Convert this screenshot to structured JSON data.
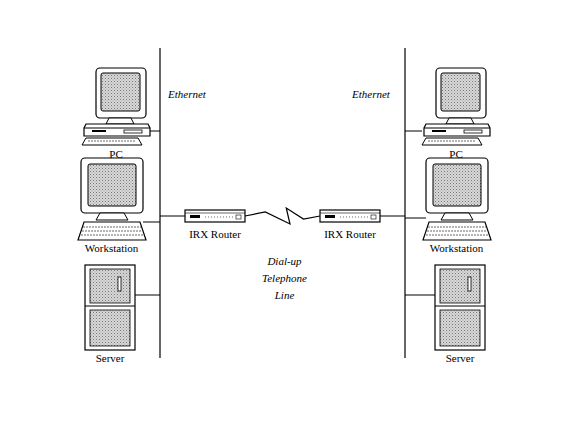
{
  "diagram": {
    "nodes": [
      {
        "text": [
          "PC"
        ]
      },
      {
        "text": [
          "Workstation"
        ]
      },
      {
        "text": [
          "Server"
        ]
      },
      {
        "text": [
          "IRX Router"
        ]
      },
      {
        "text": [
          "IRX Router"
        ]
      },
      {
        "text": [
          "PC"
        ]
      },
      {
        "text": [
          "Workstation"
        ]
      },
      {
        "text": [
          "Server"
        ]
      }
    ],
    "edges": [
      {
        "from": 3,
        "to": 4,
        "arrow": "none",
        "label": "Dial-up Telephone Line"
      }
    ],
    "labels": [
      "Ethernet",
      "Ethernet"
    ]
  }
}
